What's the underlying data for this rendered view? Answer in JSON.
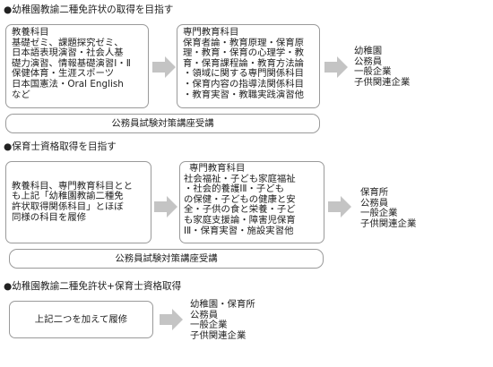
{
  "sections": [
    {
      "heading": "●幼稚園教諭二種免許状の取得を目指す",
      "box1": {
        "title": "教養科目",
        "lines": [
          "基礎ゼミ、課題探究ゼミ、",
          "日本語表現演習・社会人基",
          "礎力演習、情報基礎演習Ⅰ・Ⅱ",
          "保健体育・生涯スポーツ",
          "日本国憲法・Oral English",
          "など"
        ]
      },
      "box2": {
        "title": "専門教育科目",
        "lines": [
          "保育者論・教育原理・保育原",
          "理・教育・保育の心理学・教",
          "育・保育課程論・教育方法論",
          "・領域に関する専門関係科目",
          "・保育内容の指導法関係科目",
          "・教育実習・教職実践演習他"
        ]
      },
      "outcomes": [
        "幼稚園",
        "公務員",
        "一般企業",
        "子供関連企業"
      ],
      "pill": "公務員試験対策講座受講"
    },
    {
      "heading": "●保育士資格取得を目指す",
      "box1": {
        "lines": [
          "教養科目、専門教育科目とと",
          "も上記「幼稚園教諭二種免",
          "許状取得関係科目」とほぼ",
          "同様の科目を履修"
        ]
      },
      "box2": {
        "title": "専門教育科目",
        "lines": [
          "社会福祉・子ども家庭福祉",
          "・社会的養護ⅠⅡ・子ども",
          "の保健・子どもの健康と安",
          "全・子供の食と栄養・子ど",
          "も家庭支援論・障害児保育",
          "ⅠⅡ・保育実習・施設実習他"
        ]
      },
      "outcomes": [
        "保育所",
        "公務員",
        "一般企業",
        "子供関連企業"
      ],
      "pill": "公務員試験対策講座受講"
    },
    {
      "heading": "●幼稚園教諭二種免許状+保育士資格取得",
      "box1": {
        "lines": [
          "上記二つを加えて履修"
        ]
      },
      "outcomes": [
        "幼稚園・保育所",
        "公務員",
        "一般企業",
        "子供関連企業"
      ]
    }
  ],
  "colors": {
    "border": "#9a9a9a",
    "arrow": "#c4c4c4",
    "text": "#222222"
  },
  "icons": [
    "bullet-dot",
    "right-arrow-icon"
  ]
}
